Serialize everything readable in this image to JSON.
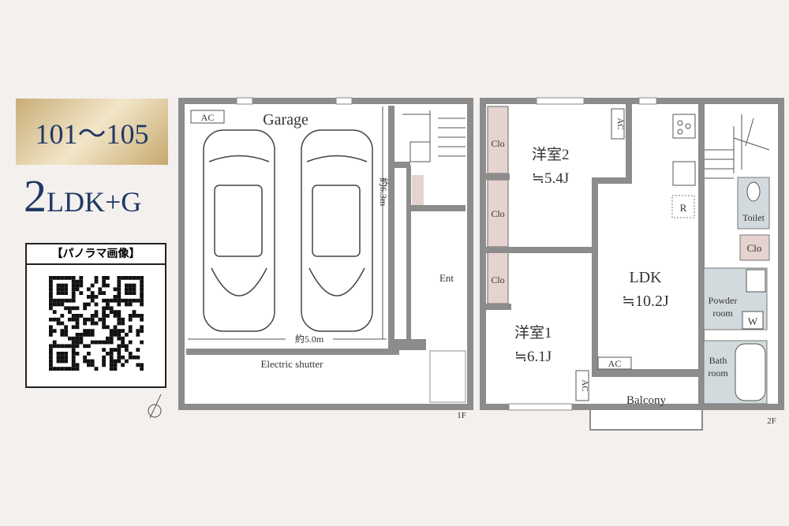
{
  "unit_range": "101～105",
  "layout_type": {
    "number": "2",
    "suffix": "LDK+G"
  },
  "panorama": {
    "label": "【パノラマ画像】"
  },
  "floor1": {
    "floor_label": "1F",
    "garage": "Garage",
    "ac": "AC",
    "depth": "約6.3m",
    "width": "約5.0m",
    "shutter": "Electric shutter",
    "entrance": "Ent"
  },
  "floor2": {
    "floor_label": "2F",
    "clo": "Clo",
    "room2": {
      "name": "洋室2",
      "size": "≒5.4J"
    },
    "room1": {
      "name": "洋室1",
      "size": "≒6.1J"
    },
    "ldk": {
      "name": "LDK",
      "size": "≒10.2J"
    },
    "ac": "AC",
    "fridge": "R",
    "toilet": "Toilet",
    "powder": [
      "Powder",
      "room"
    ],
    "washer": "W",
    "bath": [
      "Bath",
      "room"
    ],
    "balcony": "Balcony"
  },
  "colors": {
    "wall": "#8c8c8c",
    "closet": "#e6d3cf",
    "wet_area": "#d3dade",
    "title": "#1f3866"
  }
}
